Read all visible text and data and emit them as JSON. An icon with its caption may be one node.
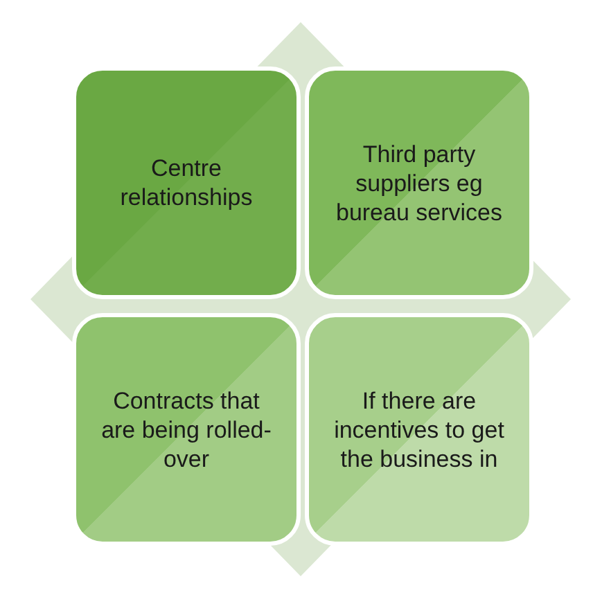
{
  "diagram": {
    "nodes": [
      {
        "text": [
          "Centre relationships"
        ]
      },
      {
        "text": [
          "Third party suppliers eg bureau services"
        ]
      },
      {
        "text": [
          "Contracts that are being rolled-over"
        ]
      },
      {
        "text": [
          "If there are incentives to get the business in"
        ]
      }
    ]
  }
}
